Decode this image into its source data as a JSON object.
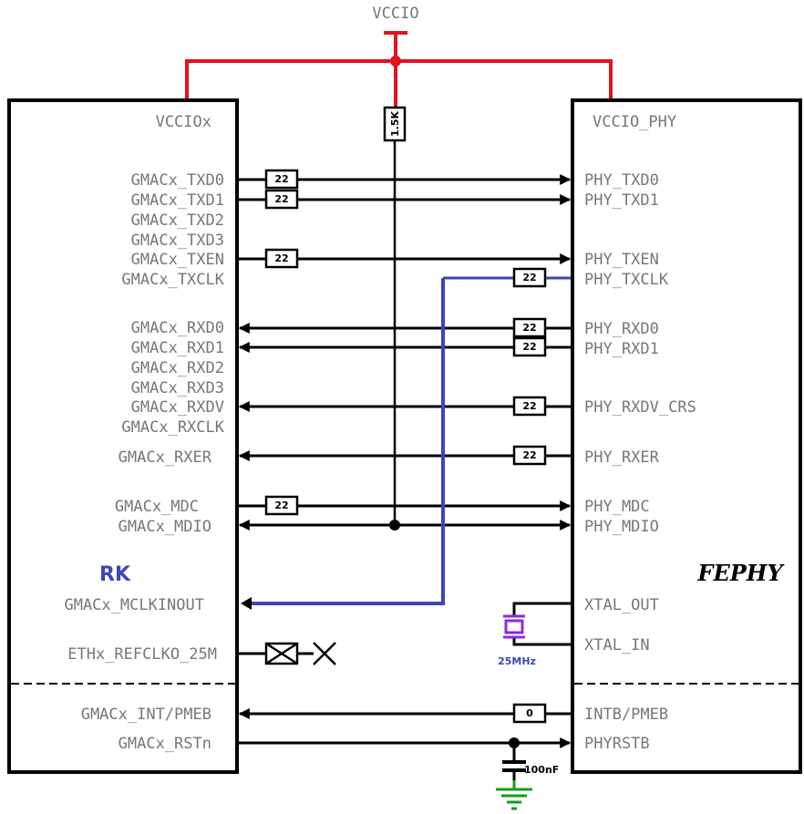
{
  "supply_label": "VCCIO",
  "pullup_resistor": "1.5K",
  "rk": {
    "title": "RK",
    "supply_pin": "VCCIOx",
    "pins": {
      "txd0": "GMACx_TXD0",
      "txd1": "GMACx_TXD1",
      "txd2": "GMACx_TXD2",
      "txd3": "GMACx_TXD3",
      "txen": "GMACx_TXEN",
      "txclk": "GMACx_TXCLK",
      "rxd0": "GMACx_RXD0",
      "rxd1": "GMACx_RXD1",
      "rxd2": "GMACx_RXD2",
      "rxd3": "GMACx_RXD3",
      "rxdv": "GMACx_RXDV",
      "rxclk": "GMACx_RXCLK",
      "rxer": "GMACx_RXER",
      "mdc": "GMACx_MDC",
      "mdio": "GMACx_MDIO",
      "mclkinout": "GMACx_MCLKINOUT",
      "refclko": "ETHx_REFCLKO_25M",
      "int": "GMACx_INT/PMEB",
      "rstn": "GMACx_RSTn"
    }
  },
  "phy": {
    "title": "FEPHY",
    "supply_pin": "VCCIO_PHY",
    "pins": {
      "txd0": "PHY_TXD0",
      "txd1": "PHY_TXD1",
      "txen": "PHY_TXEN",
      "txclk": "PHY_TXCLK",
      "rxd0": "PHY_RXD0",
      "rxd1": "PHY_RXD1",
      "rxdv": "PHY_RXDV_CRS",
      "rxer": "PHY_RXER",
      "mdc": "PHY_MDC",
      "mdio": "PHY_MDIO",
      "xtal_out": "XTAL_OUT",
      "xtal_in": "XTAL_IN",
      "intb": "INTB/PMEB",
      "rst": "PHYRSTB"
    }
  },
  "resistors": {
    "txd0": "22",
    "txd1": "22",
    "txen": "22",
    "txclk": "22",
    "rxd0": "22",
    "rxd1": "22",
    "rxdv": "22",
    "rxer": "22",
    "mdc": "22",
    "int": "0"
  },
  "crystal_label": "25MHz",
  "capacitor_label": "100nF",
  "colors": {
    "power": "#e0141b",
    "clock": "#3b46b8",
    "ground": "#1a9a1a",
    "crystal": "#8a2be2"
  }
}
